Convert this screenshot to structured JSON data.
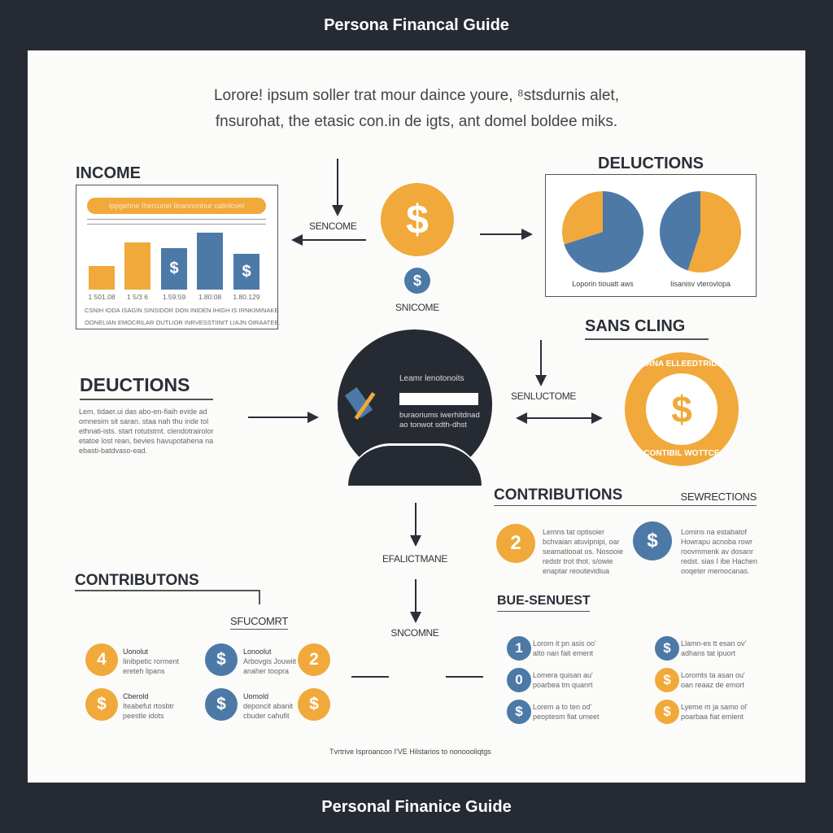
{
  "header": {
    "title": "Persona Financal Guide"
  },
  "footer": {
    "title": "Personal Finanice Guide",
    "note": "Tvrtrive Isproancon I'VE Hilstarios to nonoooliqtgs"
  },
  "intro": [
    "Lorore! ipsum soller trat mour daince youre, ⁸stsdurnis alet,",
    "fnsurohat, the etasic con.in de igts, ant domel boldee miks."
  ],
  "income": {
    "heading": "INCOME",
    "pill": "Ippgehne Ihercunel Iloannonhur calinlovel",
    "bar_values": [
      1,
      2,
      1.75,
      2.4,
      1.5
    ],
    "bar_labels": [
      "1 501.08",
      "1 5/3 6",
      "1.59:59",
      "1.80:08",
      "1.80.129"
    ],
    "bar_icons": [
      "",
      "",
      "$",
      "",
      "$"
    ],
    "caption": [
      "CSNIH IODA ISAGIN SINSIDOR DON INIDEN IHIGH IS IRNKIMINAKE",
      "OONELIAN EMOCRILAR OUTLIOR INRVESSTIINIT LIAJN OIRAATEB."
    ],
    "colors": {
      "orange": "#f0a93a",
      "blue": "#4d79a7"
    }
  },
  "center": {
    "arrow_label": "SENCOME",
    "coin_label": "SNICOME",
    "coin_icon": "$",
    "small_icon": "$"
  },
  "deductions_right": {
    "heading": "DELUCTIONS",
    "pie1": [
      {
        "share": 0.7,
        "color": "#4d79a7"
      },
      {
        "share": 0.3,
        "color": "#f0a93a"
      }
    ],
    "pie2": [
      {
        "share": 0.55,
        "color": "#f0a93a"
      },
      {
        "share": 0.45,
        "color": "#4d79a7"
      }
    ],
    "labels": [
      "Loporin tiouatt aws",
      "Iisanisv vterovlopa"
    ]
  },
  "sans": {
    "heading": "SANS CLING",
    "arrow_label": "SENLUCTOME",
    "coin_top": "ERNA ELLEEDTRIDE",
    "coin_bottom": "CONTIBIL WOTTCE",
    "coin_icon": "$"
  },
  "deductions_left": {
    "heading": "DEUCTIONS",
    "text": [
      "Lem. tidaer.ui das abo-en-fiaih evide ad",
      "omnesim sit saran. staa nah thu inde tol",
      "ethnati-ists. start rotutstmt. clendotrairolor",
      "etatoe lost rean, bevies havupotahena na",
      "ebasti-batdvaso-ead."
    ]
  },
  "head": {
    "title": "Leamr lenotonoits",
    "text": [
      "buraoriums iwerhitdnad",
      "ao tonwot sdth-dhst"
    ]
  },
  "contributions_right": {
    "heading": "CONTRIBUTIONS",
    "sub": "SEWRECTIONS",
    "items": [
      {
        "icon": "2",
        "text": [
          "Lemns tat optisoier",
          "bchvaian atuvipnipi, oar",
          "seamatiooat os. Nosooie",
          "redstr trot thot. s/owie",
          "enaptar reoutevidiua"
        ]
      },
      {
        "icon": "$",
        "text": [
          "Lomins na estabatof",
          "Howrapu acnoba rowr",
          "roovmmenk av dosanr",
          "redst. sias I ibe Hachen",
          "ooqeter memocanas."
        ]
      }
    ]
  },
  "flow": {
    "label1": "EFALICTMANE",
    "label2": "SNCOMNE"
  },
  "contributions_left": {
    "heading": "CONTRIBUTONS",
    "sub": "SFUCOMRT",
    "items": [
      {
        "icon": "4",
        "title": "Uonolut",
        "text": [
          "Iinibpetic rorment",
          "ereteh lipans"
        ]
      },
      {
        "icon": "$",
        "title": "Lonoolut",
        "text": [
          "Arbovgis Jouwiit",
          "anaher toopra"
        ],
        "end_icon": "2"
      },
      {
        "icon": "$",
        "title": "Cberold",
        "text": [
          "Iteabefut rtosbtr",
          "peestle idots"
        ]
      },
      {
        "icon": "$",
        "title": "Uomold",
        "text": [
          "deponcit abanit",
          "cbuder cahufit"
        ],
        "end_icon": "$"
      }
    ]
  },
  "best": {
    "heading": "BUE-SENUEST",
    "left": [
      {
        "icon": "1",
        "text": [
          "Lorom it pn asis oo'",
          "alto nan fait ement"
        ]
      },
      {
        "icon": "0",
        "text": [
          "Lomera quisan au'",
          "poarbea tm quanrt"
        ]
      },
      {
        "icon": "$",
        "text": [
          "Lorem a to ten od'",
          "peoptesm fiat umeet"
        ]
      }
    ],
    "right": [
      {
        "icon": "$",
        "text": [
          "Llamn-es tt esan ov'",
          "adhans tat ipuort"
        ]
      },
      {
        "icon": "$",
        "text": [
          "Loromts ta asan ou'",
          "oan reaaz de emort"
        ]
      },
      {
        "icon": "$",
        "text": [
          "Lyeme m ja samo ol'",
          "poarbaa fiat emient"
        ]
      }
    ]
  }
}
